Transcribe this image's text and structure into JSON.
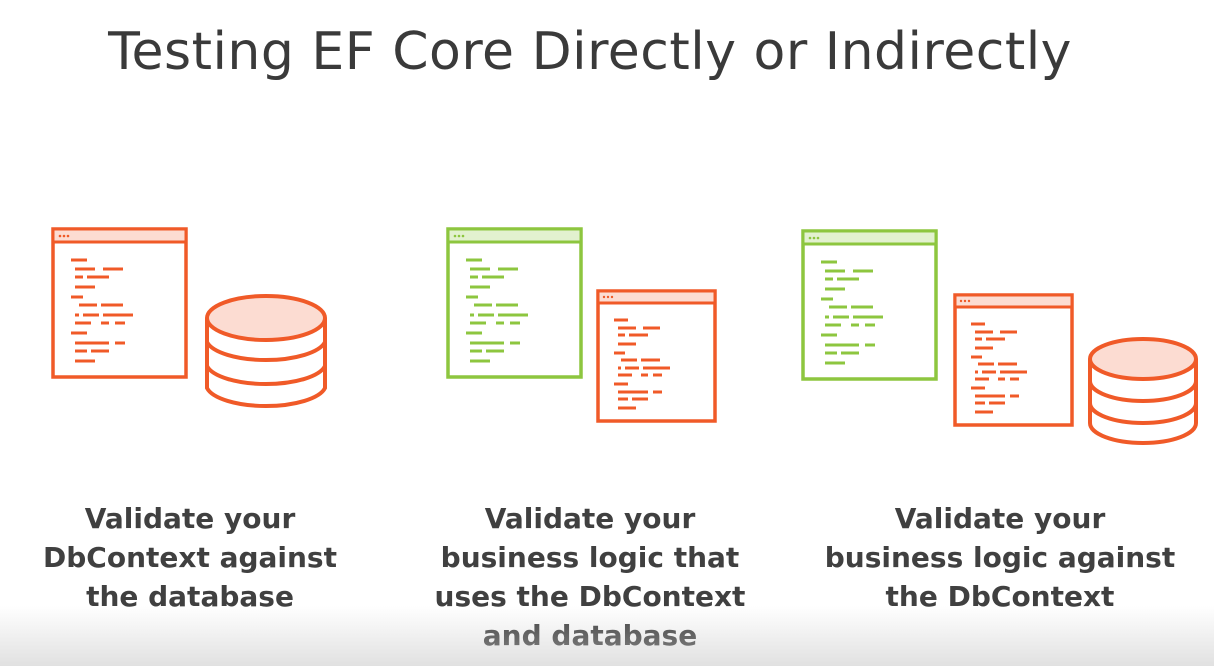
{
  "slide": {
    "title": "Testing EF Core Directly or Indirectly",
    "colors": {
      "orange": "#F05A28",
      "orange_light": "#FCDCD2",
      "green": "#8DC63F",
      "green_light": "#E2F1CF",
      "text": "#404040"
    },
    "panels": [
      {
        "caption_lines": [
          "Validate your",
          "DbContext against",
          "the database"
        ],
        "icons": [
          "code-window-icon",
          "database-icon"
        ]
      },
      {
        "caption_lines": [
          "Validate your",
          "business logic that",
          "uses the DbContext",
          "and database"
        ],
        "icons": [
          "code-window-icon",
          "code-window-icon"
        ]
      },
      {
        "caption_lines": [
          "Validate your",
          "business logic against",
          "the DbContext"
        ],
        "icons": [
          "code-window-icon",
          "code-window-icon",
          "database-icon"
        ]
      }
    ]
  }
}
